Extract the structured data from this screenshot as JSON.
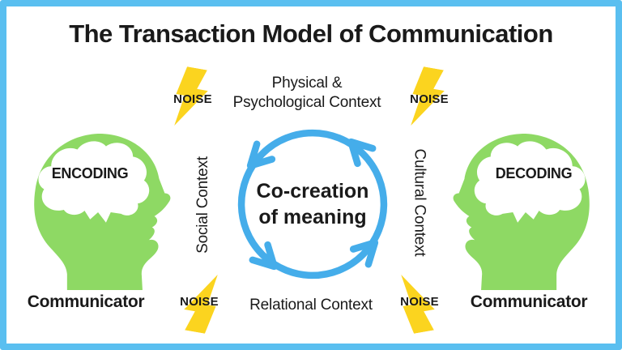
{
  "title": "The Transaction Model of Communication",
  "center_circle": {
    "line1": "Co-creation",
    "line2": "of meaning"
  },
  "contexts": {
    "top_line1": "Physical &",
    "top_line2": "Psychological Context",
    "left": "Social Context",
    "right": "Cultural Context",
    "bottom": "Relational Context"
  },
  "noise": {
    "top_left": "NOISE",
    "top_right": "NOISE",
    "bottom_left": "NOISE",
    "bottom_right": "NOISE"
  },
  "sender": {
    "process": "ENCODING",
    "label": "Communicator"
  },
  "receiver": {
    "process": "DECODING",
    "label": "Communicator"
  },
  "icons": {
    "noise_icon": "lightning-bolt",
    "cycle_icon": "circular-arrows-counterclockwise",
    "communicator_icon": "head-profile-with-brain"
  },
  "colors": {
    "frame_blue": "#5ABFF0",
    "circle_blue": "#45ADEA",
    "head_green": "#8ED964",
    "bolt_yellow": "#FBD41F",
    "text_black": "#1A1A1A"
  }
}
